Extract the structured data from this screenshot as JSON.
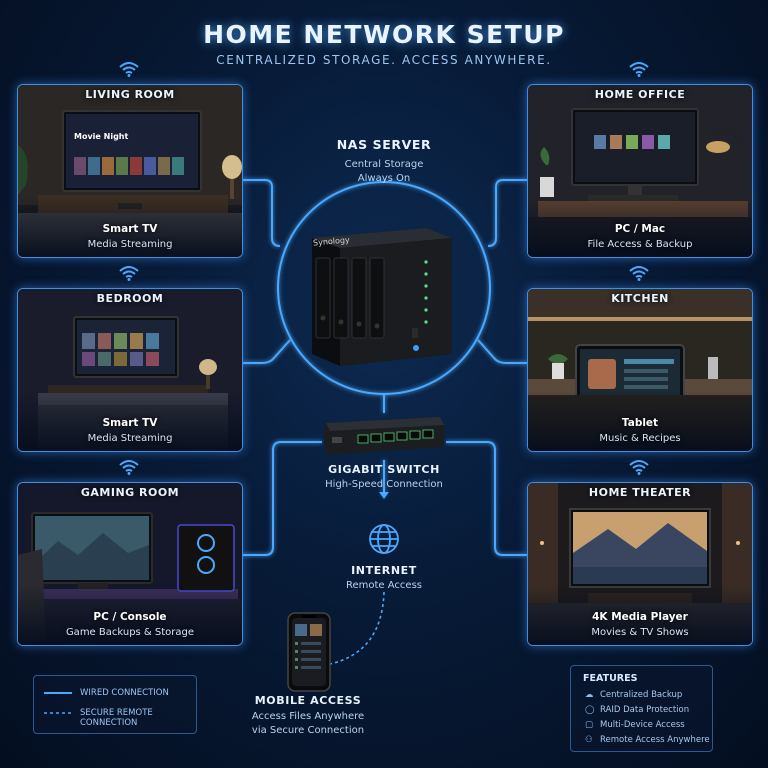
{
  "header": {
    "title": "HOME NETWORK SETUP",
    "subtitle": "CENTRALIZED STORAGE. ACCESS ANYWHERE."
  },
  "rooms": {
    "living_room": {
      "title": "LIVING ROOM",
      "device": "Smart TV",
      "desc": "Media Streaming",
      "screen_title": "Movie Night"
    },
    "bedroom": {
      "title": "BEDROOM",
      "device": "Smart TV",
      "desc": "Media Streaming"
    },
    "gaming_room": {
      "title": "GAMING ROOM",
      "device": "PC / Console",
      "desc": "Game Backups & Storage"
    },
    "home_office": {
      "title": "HOME OFFICE",
      "device": "PC / Mac",
      "desc": "File Access & Backup"
    },
    "kitchen": {
      "title": "KITCHEN",
      "device": "Tablet",
      "desc": "Music & Recipes"
    },
    "home_theater": {
      "title": "HOME THEATER",
      "device": "4K Media Player",
      "desc": "Movies & TV Shows"
    }
  },
  "nas": {
    "title": "NAS SERVER",
    "line1": "Central Storage",
    "line2": "Always On",
    "brand": "Synology"
  },
  "switch": {
    "title": "GIGABIT SWITCH",
    "desc": "High-Speed Connection"
  },
  "internet": {
    "title": "INTERNET",
    "desc": "Remote Access"
  },
  "mobile": {
    "title": "MOBILE ACCESS",
    "line1": "Access Files Anywhere",
    "line2": "via Secure Connection"
  },
  "legend": {
    "wired": "WIRED CONNECTION",
    "secure": "SECURE REMOTE CONNECTION"
  },
  "features": {
    "heading": "FEATURES",
    "items": [
      "Centralized Backup",
      "RAID Data Protection",
      "Multi-Device Access",
      "Remote Access Anywhere"
    ]
  },
  "colors": {
    "accent": "#3fa0ff",
    "line": "#46a6ff",
    "background": "#071a36"
  }
}
